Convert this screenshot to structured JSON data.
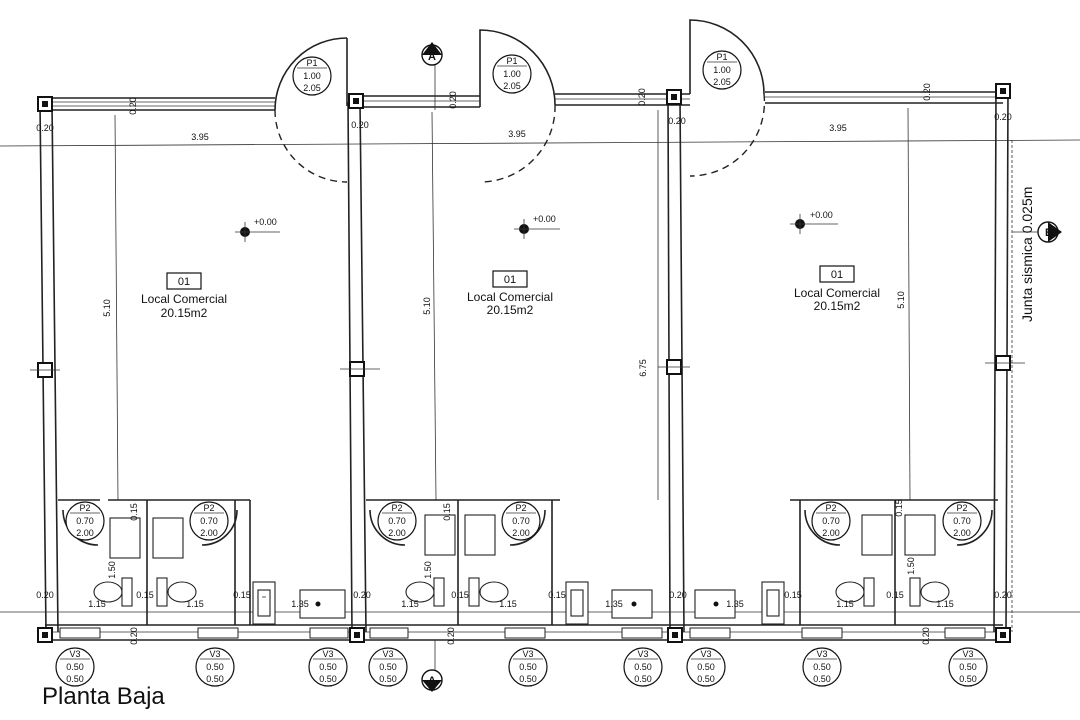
{
  "title": "Planta Baja",
  "seismic_joint": "Junta sismica 0.025m",
  "axes": {
    "a": "A",
    "b": "B"
  },
  "level": "+0.00",
  "units": [
    {
      "number": "01",
      "name": "Local Comercial",
      "area": "20.15m2",
      "width": "3.95",
      "depth": "5.10"
    },
    {
      "number": "01",
      "name": "Local Comercial",
      "area": "20.15m2",
      "width": "3.95",
      "depth": "5.10"
    },
    {
      "number": "01",
      "name": "Local Comercial",
      "area": "20.15m2",
      "width": "3.95",
      "depth": "5.10"
    }
  ],
  "dims": {
    "wall": "0.20",
    "partition": "0.15",
    "bath_depth": "1.50",
    "bath_width": "1.15",
    "sink_width": "1.35",
    "column_depth": "6.75"
  },
  "door_p1": {
    "code": "P1",
    "w": "1.00",
    "h": "2.05"
  },
  "door_p2": {
    "code": "P2",
    "w": "0.70",
    "h": "2.00"
  },
  "window_v3": {
    "code": "V3",
    "w": "0.50",
    "h": "0.50"
  }
}
